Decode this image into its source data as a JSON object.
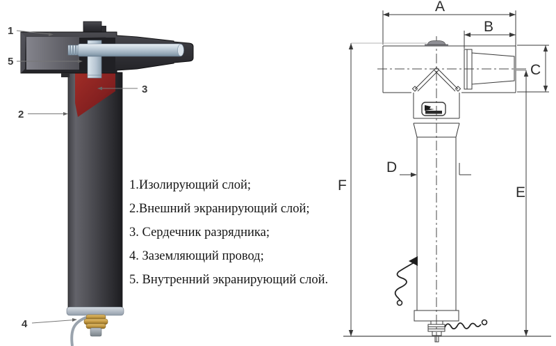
{
  "figure": {
    "description_labels": {
      "legend_items": [
        "1.Изолирующий слой;",
        "2.Внешний экранирующий слой;",
        "3. Сердечник разрядника;",
        "4. Заземляющий провод;",
        "5. Внутренний экранирующий слой."
      ]
    },
    "callouts": {
      "n1": "1",
      "n2": "2",
      "n3": "3",
      "n4": "4",
      "n5": "5"
    },
    "drawing": {
      "dims": {
        "a": "A",
        "b": "B",
        "c": "C",
        "d": "D",
        "e": "E",
        "f": "F"
      }
    },
    "colors": {
      "housing_body": "#35353a",
      "arrester_core_red": "#8b2321",
      "conductor_blue": "#c4d0dc",
      "brass_terminal": "#c09a4a",
      "drawing_line": "#3a3a3a"
    }
  }
}
